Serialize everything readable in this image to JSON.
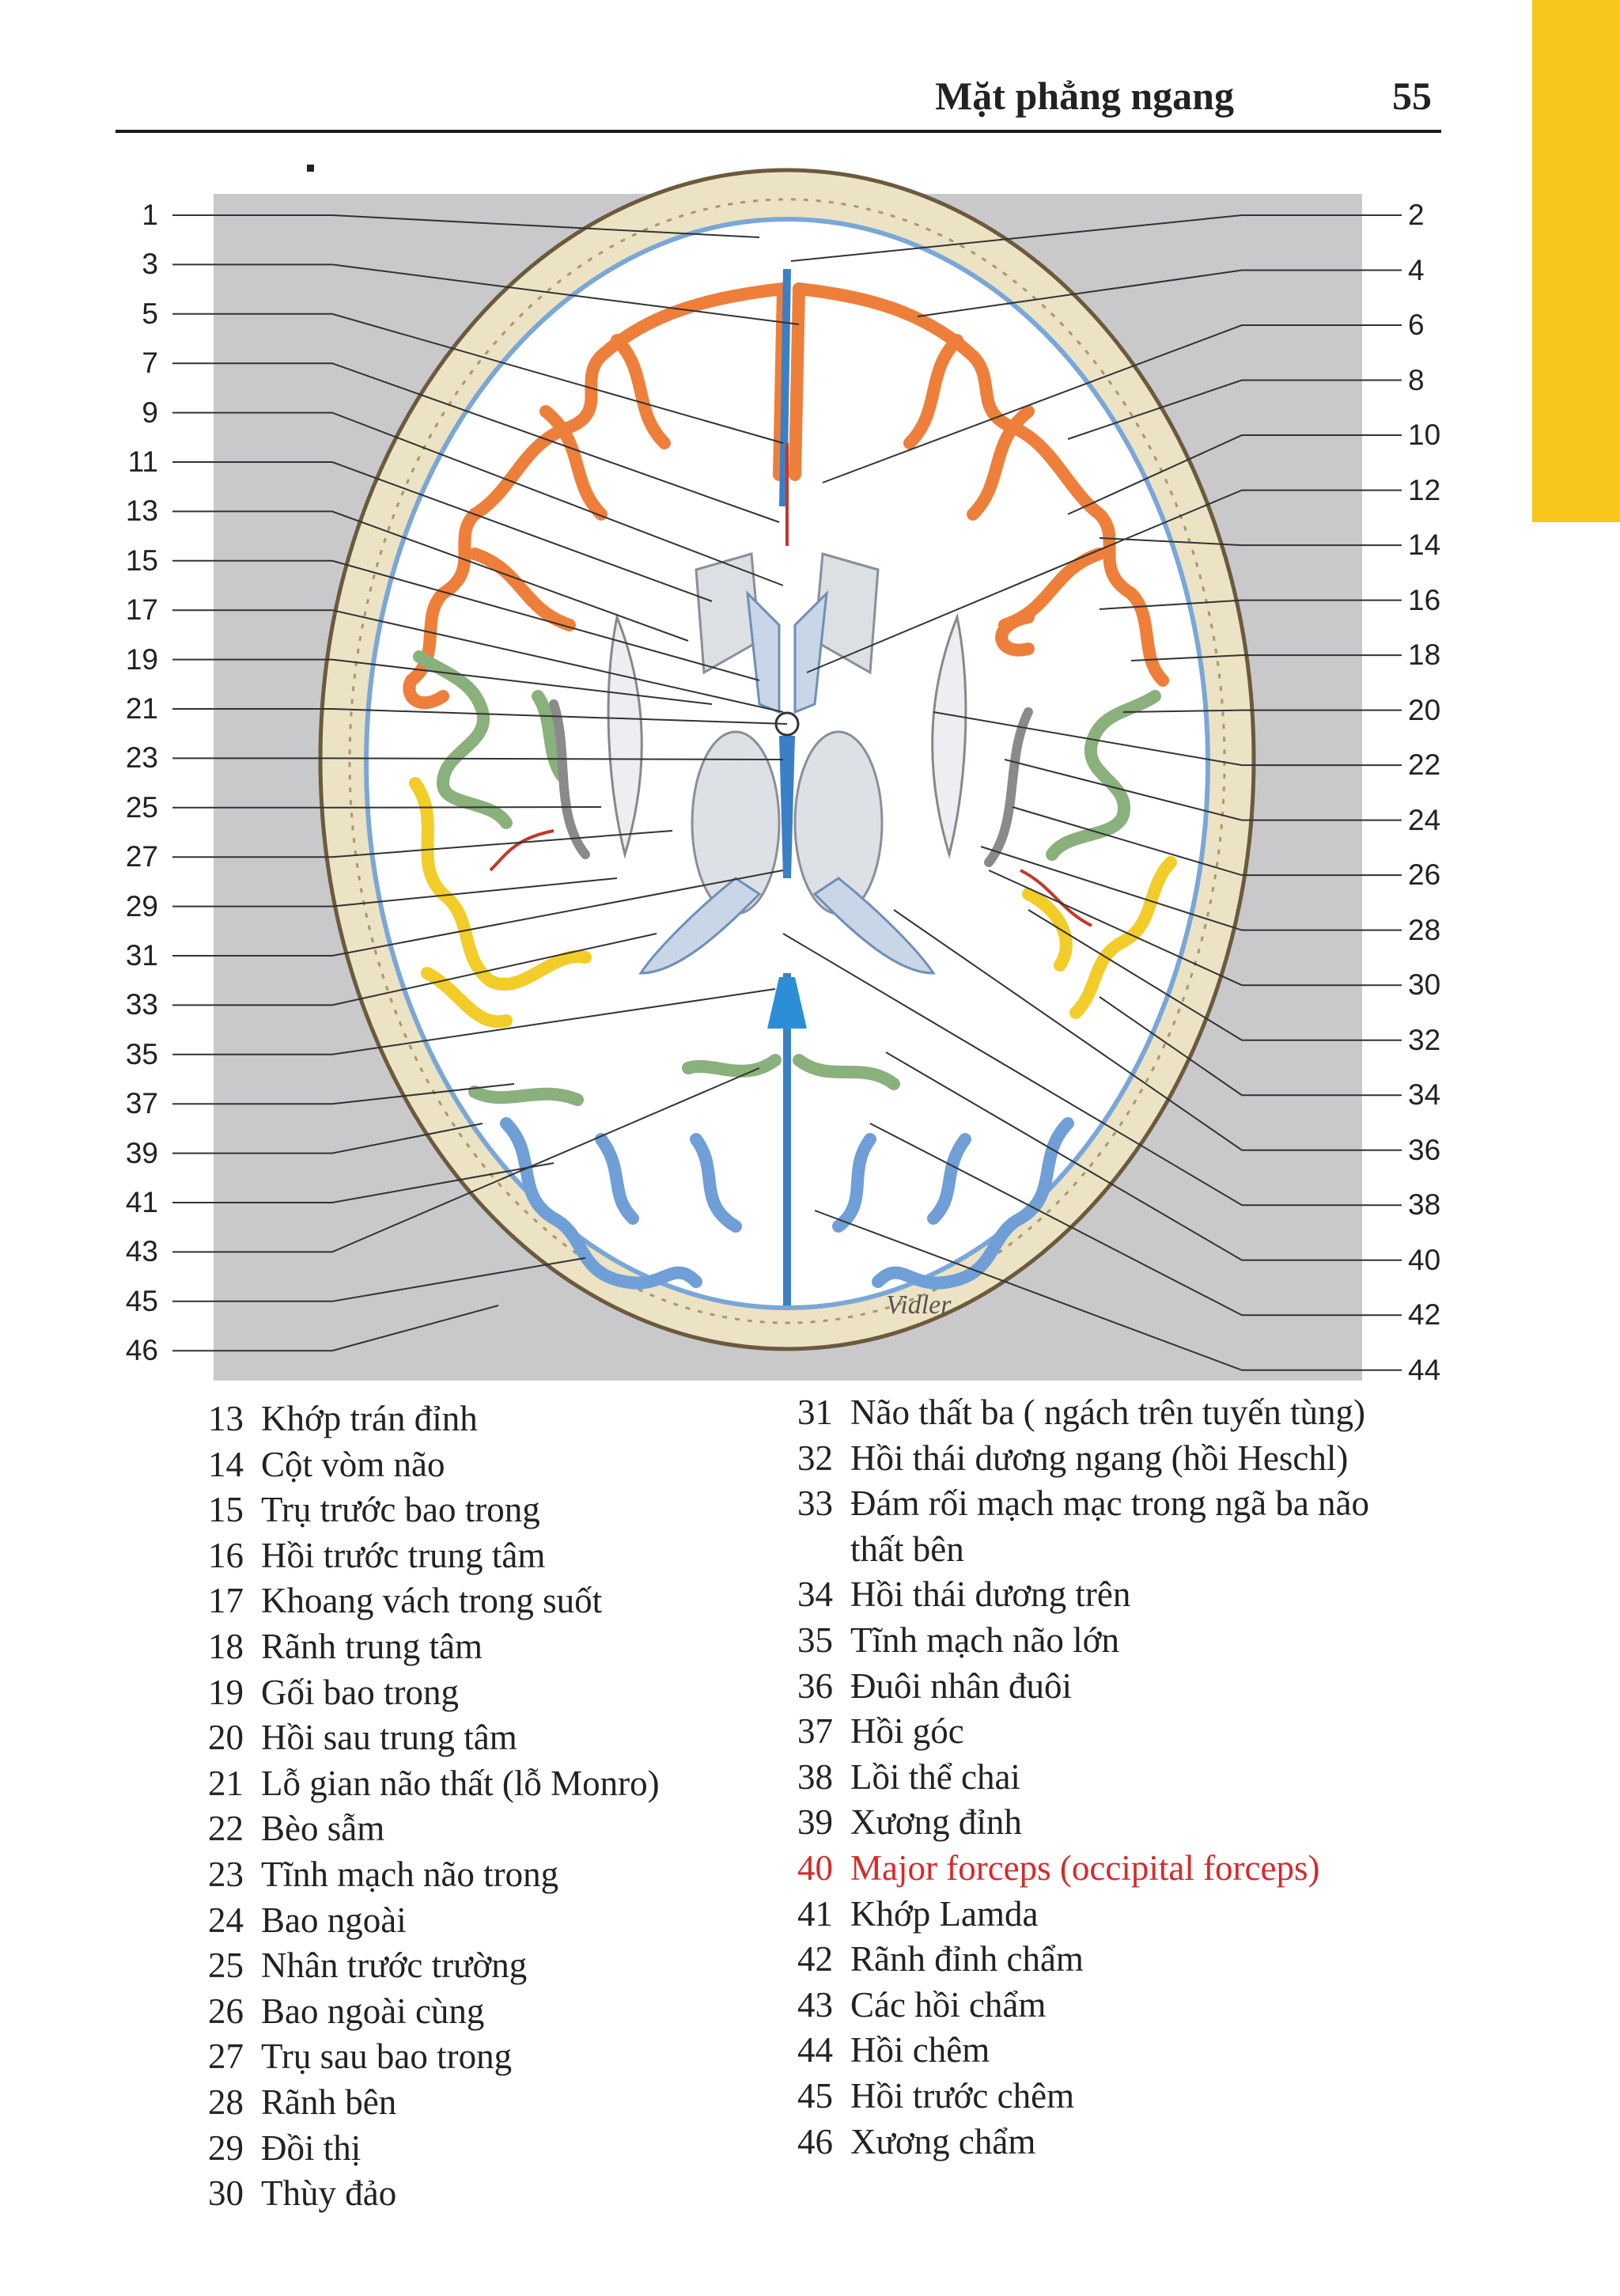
{
  "header": {
    "title": "Mặt phẳng ngang",
    "page": "55"
  },
  "colors": {
    "tab": "#f8c61c",
    "highlight": "#d62a2a"
  },
  "figure": {
    "left_numbers": [
      "1",
      "3",
      "5",
      "7",
      "9",
      "11",
      "13",
      "15",
      "17",
      "19",
      "21",
      "23",
      "25",
      "27",
      "29",
      "31",
      "33",
      "35",
      "37",
      "39",
      "41",
      "43",
      "45",
      "46"
    ],
    "right_numbers": [
      "2",
      "4",
      "6",
      "8",
      "10",
      "12",
      "14",
      "16",
      "18",
      "20",
      "22",
      "24",
      "26",
      "28",
      "30",
      "32",
      "34",
      "36",
      "38",
      "40",
      "42",
      "44"
    ],
    "signature": "Vidler"
  },
  "legend_left": [
    {
      "n": "13",
      "t": "Khớp trán đỉnh"
    },
    {
      "n": "14",
      "t": "Cột vòm não"
    },
    {
      "n": "15",
      "t": "Trụ trước bao trong"
    },
    {
      "n": "16",
      "t": "Hồi trước trung tâm"
    },
    {
      "n": "17",
      "t": "Khoang vách trong suốt"
    },
    {
      "n": "18",
      "t": "Rãnh trung tâm"
    },
    {
      "n": "19",
      "t": "Gối bao trong"
    },
    {
      "n": "20",
      "t": "Hồi sau trung tâm"
    },
    {
      "n": "21",
      "t": "Lỗ gian não thất (lỗ Monro)"
    },
    {
      "n": "22",
      "t": "Bèo sẫm"
    },
    {
      "n": "23",
      "t": "Tĩnh mạch não trong"
    },
    {
      "n": "24",
      "t": "Bao ngoài"
    },
    {
      "n": "25",
      "t": "Nhân trước trường"
    },
    {
      "n": "26",
      "t": "Bao ngoài cùng"
    },
    {
      "n": "27",
      "t": "Trụ sau bao trong"
    },
    {
      "n": "28",
      "t": "Rãnh bên"
    },
    {
      "n": "29",
      "t": "Đồi thị"
    },
    {
      "n": "30",
      "t": "Thùy đảo"
    }
  ],
  "legend_right": [
    {
      "n": "31",
      "t": "Não thất ba ( ngách trên tuyến tùng)"
    },
    {
      "n": "32",
      "t": "Hồi thái dương ngang (hồi Heschl)"
    },
    {
      "n": "33",
      "t": "Đám rối mạch mạc trong ngã ba não thất bên"
    },
    {
      "n": "34",
      "t": "Hồi thái dương trên"
    },
    {
      "n": "35",
      "t": "Tĩnh mạch não lớn"
    },
    {
      "n": "36",
      "t": "Đuôi nhân đuôi"
    },
    {
      "n": "37",
      "t": "Hồi góc"
    },
    {
      "n": "38",
      "t": "Lồi thể chai"
    },
    {
      "n": "39",
      "t": "Xương đỉnh"
    },
    {
      "n": "40",
      "t": "Major forceps (occipital forceps)",
      "highlight": true
    },
    {
      "n": "41",
      "t": "Khớp Lamda"
    },
    {
      "n": "42",
      "t": "Rãnh đỉnh chẩm"
    },
    {
      "n": "43",
      "t": "Các hồi chẩm"
    },
    {
      "n": "44",
      "t": "Hồi chêm"
    },
    {
      "n": "45",
      "t": "Hồi trước chêm"
    },
    {
      "n": "46",
      "t": "Xương chẩm"
    }
  ]
}
